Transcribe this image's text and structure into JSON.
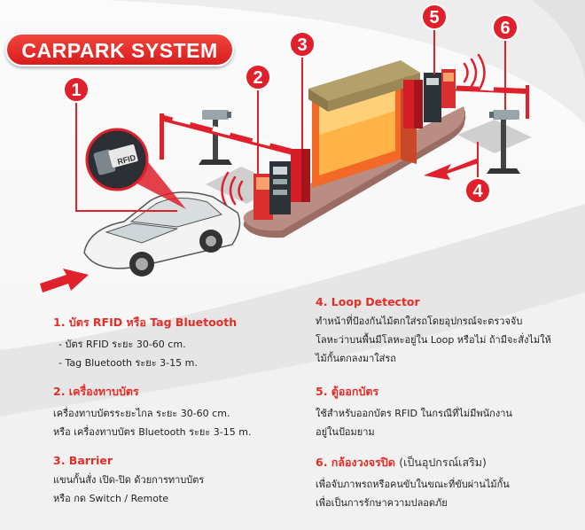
{
  "title": "CARPARK SYSTEM",
  "scene": {
    "rfid_tag_label": "RFID",
    "callouts": [
      "1",
      "2",
      "3",
      "4",
      "5",
      "6"
    ]
  },
  "sections": {
    "s1": {
      "heading": "1. บัตร RFID หรือ Tag Bluetooth",
      "lines": [
        "- บัตร RFID ระยะ 30-60 cm.",
        "- Tag Bluetooth ระยะ 3-15 m."
      ]
    },
    "s2": {
      "heading": "2. เครื่องทาบบัตร",
      "lines": [
        "เครื่องทาบบัตรระยะไกล ระยะ 30-60 cm.",
        "หรือ เครื่องทาบบัตร Bluetooth ระยะ 3-15 m."
      ]
    },
    "s3": {
      "heading": "3. Barrier",
      "lines": [
        "แขนกั้นสั่ง เปิด-ปิด ด้วยการทาบบัตร",
        "หรือ กด Switch / Remote"
      ]
    },
    "s4": {
      "heading": "4. Loop Detector",
      "lines": [
        "ทำหน้าที่ป้องกันไม้ตกใส่รถโดยอุปกรณ์จะตรวจจับ",
        "โลหะว่าบนพื้นมีโลหะอยู่ใน Loop หรือไม่ ถ้ามีจะสั่งไม่ให้",
        "ไม้กั้นตกลงมาใส่รถ"
      ]
    },
    "s5": {
      "heading": "5. ตู้ออกบัตร",
      "lines": [
        "ใช้สำหรับออกบัตร RFID ในกรณีที่ไม่มีพนักงาน",
        "อยู่ในป้อมยาม"
      ]
    },
    "s6": {
      "heading": "6. กล้องวงจรปิด",
      "note": "(เป็นอุปกรณ์เสริม)",
      "lines": [
        "เพื่อจับภาพรถหรือคนขับในขณะที่ขับผ่านไม้กั้น",
        "เพื่อเป็นการรักษาความปลอดภัย"
      ]
    }
  },
  "colors": {
    "accent_red": "#e52d27",
    "swoosh_gray": "#e4e4e4",
    "body_text": "#222222"
  }
}
